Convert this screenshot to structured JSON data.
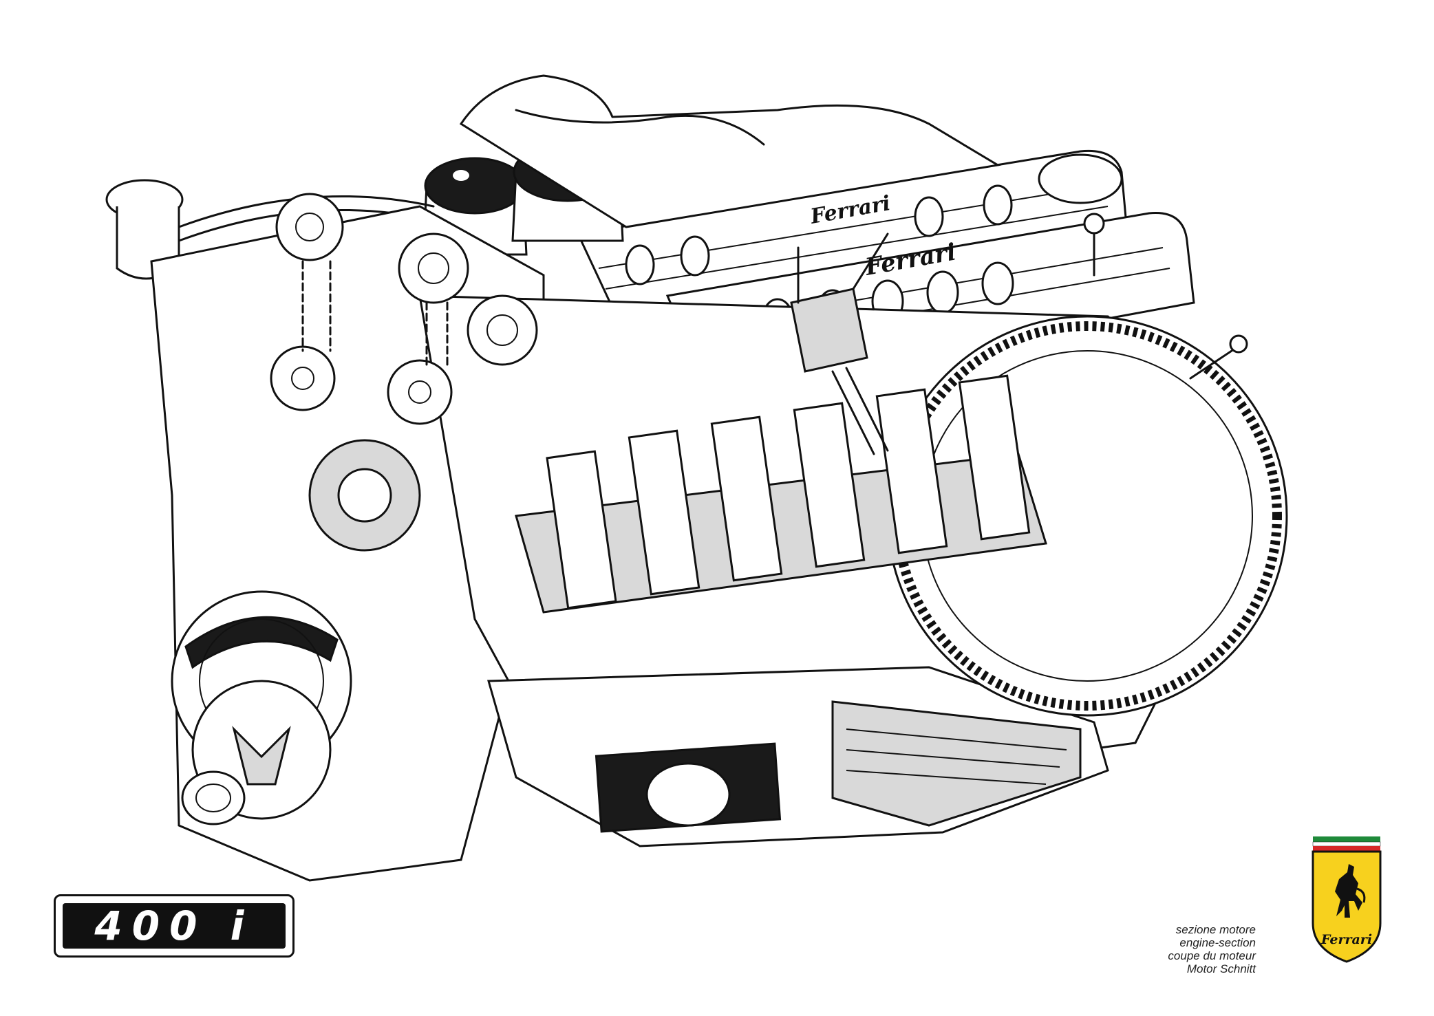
{
  "badge": {
    "model": "400 i"
  },
  "caption": {
    "lines": [
      "sezione motore",
      "engine-section",
      "coupe du moteur",
      "Motor Schnitt"
    ]
  },
  "logo": {
    "word": "Ferrari",
    "icon": "prancing-horse-shield-icon",
    "stripe_colors": [
      "#1f8a3a",
      "#ffffff",
      "#d62828"
    ],
    "shield_color": "#f7d11e"
  },
  "engine_badges": {
    "cover_lettering": "Ferrari"
  }
}
